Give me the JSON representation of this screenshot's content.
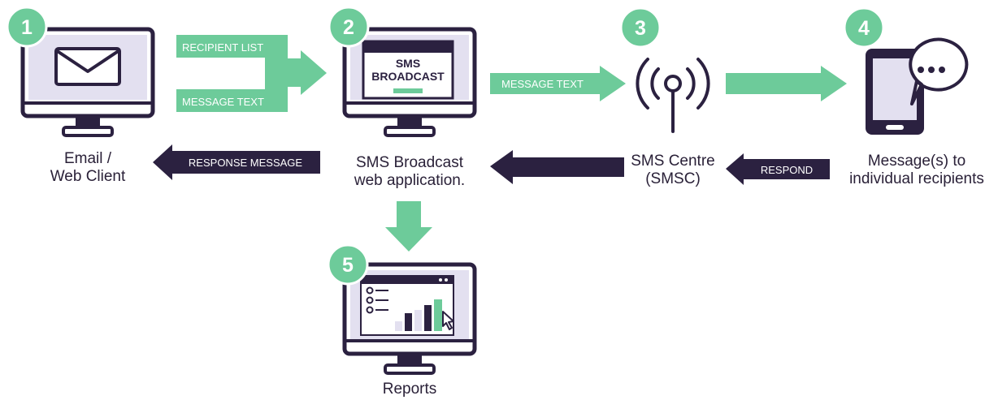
{
  "colors": {
    "accent": "#6dcb9a",
    "dark": "#2b2140",
    "lavender": "#e3e0f0",
    "text": "#2a2138",
    "white": "#ffffff"
  },
  "steps": [
    {
      "number": "1"
    },
    {
      "number": "2"
    },
    {
      "number": "3"
    },
    {
      "number": "4"
    },
    {
      "number": "5"
    }
  ],
  "nodes": {
    "email_client": {
      "line1": "Email /",
      "line2": "Web Client",
      "icon": "envelope-icon"
    },
    "sms_broadcast": {
      "line1": "SMS Broadcast",
      "line2": "web application.",
      "screen_line1": "SMS",
      "screen_line2": "BROADCAST"
    },
    "smsc": {
      "line1": "SMS Centre",
      "line2": "(SMSC)",
      "icon": "antenna-icon"
    },
    "recipients": {
      "line1": "Message(s) to",
      "line2": "individual recipients",
      "icon": "chat-bubble-icon"
    },
    "reports": {
      "label": "Reports",
      "icon": "bar-chart-icon"
    }
  },
  "arrows": {
    "recipient_list": "RECIPIENT LIST",
    "message_text_1": "MESSAGE TEXT",
    "message_text_2": "MESSAGE TEXT",
    "response_message": "RESPONSE MESSAGE",
    "respond": "RESPOND"
  }
}
